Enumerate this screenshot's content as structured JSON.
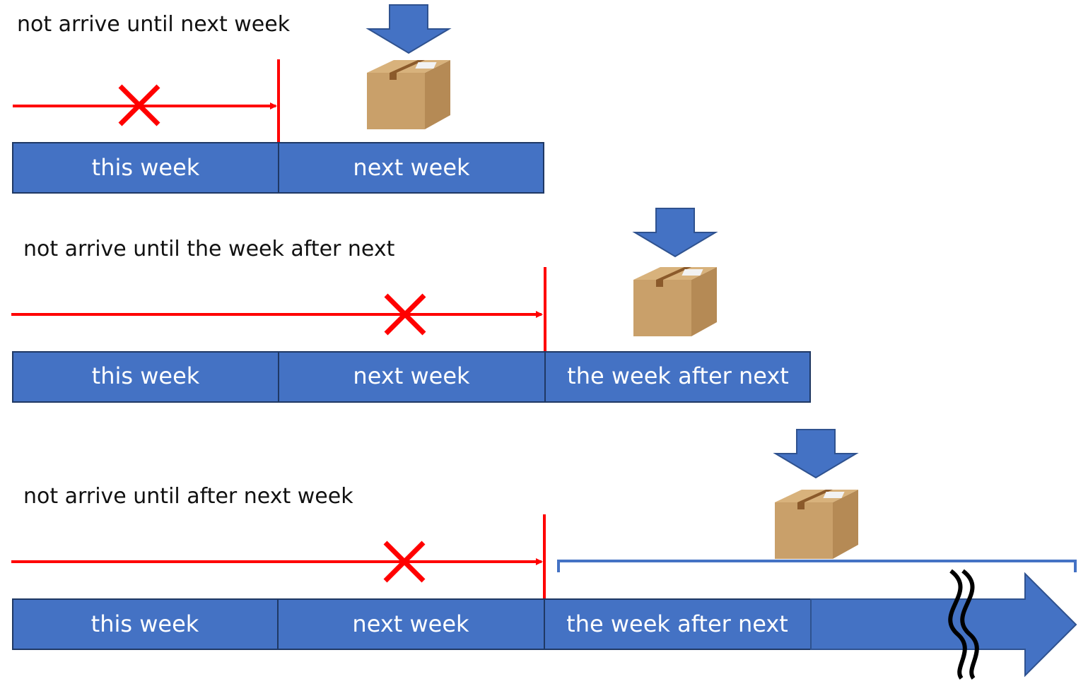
{
  "colors": {
    "week_block": "#4472C4",
    "week_border": "#1F3864",
    "deadline_red": "#FF0000",
    "box_cardboard": "#C9A06A",
    "tape": "#8B5A2B"
  },
  "icons": [
    "down-arrow-icon",
    "cardboard-box-icon",
    "cross-mark-icon",
    "wavy-break-icon"
  ],
  "scenarios": [
    {
      "caption": "not arrive until next week",
      "weeks": [
        "this week",
        "next week"
      ]
    },
    {
      "caption": "not arrive until the week after next",
      "weeks": [
        "this week",
        "next week",
        "the week after next"
      ]
    },
    {
      "caption": "not arrive until after next week",
      "weeks": [
        "this week",
        "next week",
        "the week after next"
      ]
    }
  ]
}
